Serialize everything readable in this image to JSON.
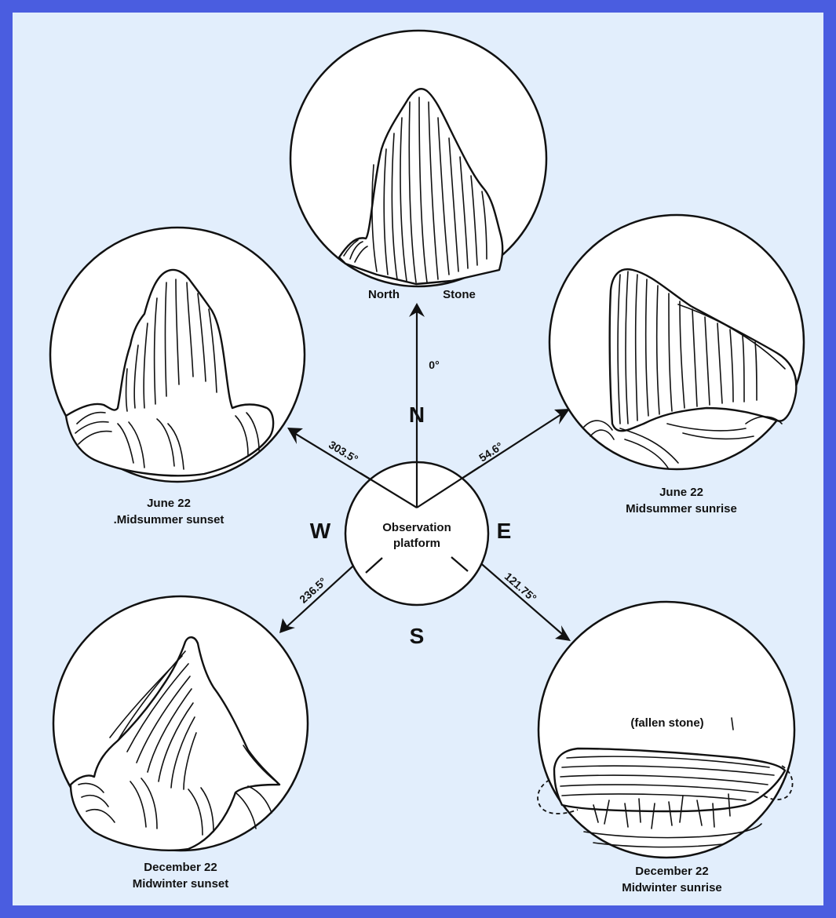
{
  "north_stone": {
    "left_label": "North",
    "right_label": "Stone",
    "angle": "0°"
  },
  "platform": {
    "line1": "Observation",
    "line2": "platform"
  },
  "compass": {
    "n": "N",
    "e": "E",
    "s": "S",
    "w": "W"
  },
  "midsummer_sunset": {
    "date": "June 22",
    "event": ".Midsummer sunset",
    "angle": "303.5°"
  },
  "midsummer_sunrise": {
    "date": "June 22",
    "event": "Midsummer sunrise",
    "angle": "54.6°"
  },
  "midwinter_sunset": {
    "date": "December 22",
    "event": "Midwinter sunset",
    "angle": "236.5°"
  },
  "midwinter_sunrise": {
    "date": "December 22",
    "event": "Midwinter sunrise",
    "angle": "121.75°",
    "note": "(fallen stone)"
  },
  "colors": {
    "border": "#4a5de0",
    "background": "#e2eefc",
    "ink": "#111111"
  }
}
